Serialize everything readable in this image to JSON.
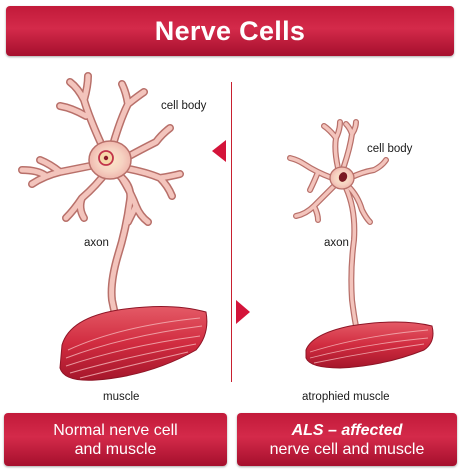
{
  "title": "Nerve Cells",
  "left": {
    "label_cell_body": "cell body",
    "label_axon": "axon",
    "label_muscle": "muscle",
    "caption_line1": "Normal nerve cell",
    "caption_line2": "and muscle"
  },
  "right": {
    "label_cell_body": "cell body",
    "label_axon": "axon",
    "label_muscle": "atrophied muscle",
    "caption_line1": "ALS – affected",
    "caption_line2": "nerve cell and muscle"
  },
  "colors": {
    "banner_red": "#c21a3a",
    "neuron_fill": "#f3c4bc",
    "neuron_stroke": "#b8706a",
    "muscle_red": "#d8384a",
    "arrow_red": "#d4143a"
  }
}
